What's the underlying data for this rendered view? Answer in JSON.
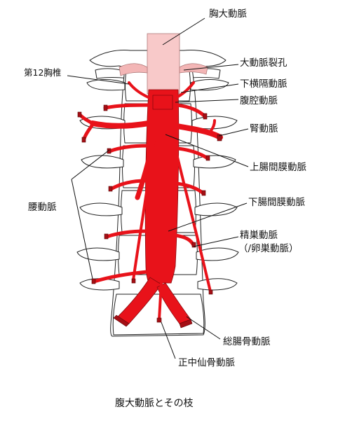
{
  "labels": {
    "thoracic_aorta": "胸大動脈",
    "aortic_hiatus": "大動脈裂孔",
    "inferior_phrenic": "下横隔動脈",
    "celiac": "腹腔動脈",
    "renal": "腎動脈",
    "superior_mesenteric": "上腸間膜動脈",
    "inferior_mesenteric": "下腸間膜動脈",
    "gonadal_line1": "精巣動脈",
    "gonadal_line2": "（/卵巣動脈）",
    "common_iliac": "総腸骨動脈",
    "median_sacral": "正中仙骨動脈",
    "t12": "第12胸椎",
    "lumbar": "腰動脈"
  },
  "caption": "腹大動脈とその枝",
  "colors": {
    "artery": "#e8121a",
    "thoracic_aorta": "#f8c9c9",
    "hiatus": "#f3b6b6"
  }
}
